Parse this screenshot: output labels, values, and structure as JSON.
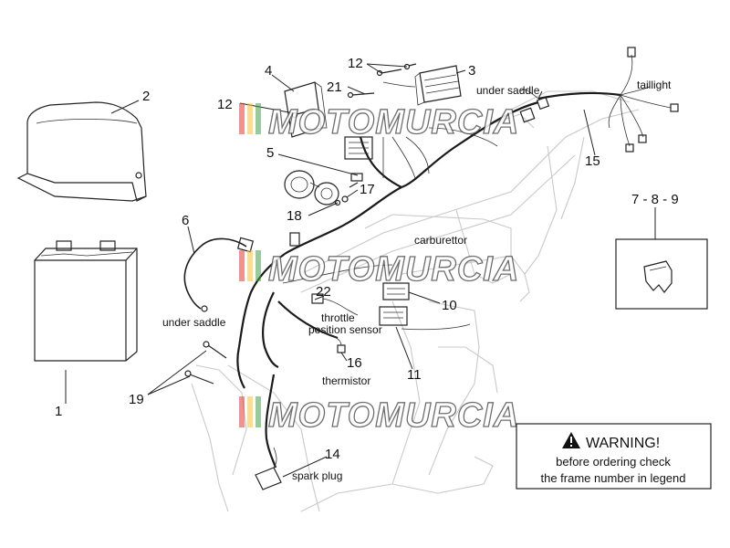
{
  "callouts": {
    "n1": "1",
    "n2": "2",
    "n3": "3",
    "n4": "4",
    "n5": "5",
    "n6": "6",
    "n10": "10",
    "n11": "11",
    "n12a": "12",
    "n12b": "12",
    "n14": "14",
    "n15": "15",
    "n16": "16",
    "n17": "17",
    "n18": "18",
    "n19": "19",
    "n21": "21",
    "n22": "22",
    "n789": "7 - 8 - 9"
  },
  "labels": {
    "under_saddle_top": "under saddle",
    "taillight": "taillight",
    "carburettor": "carburettor",
    "under_saddle_left": "under saddle",
    "throttle_1": "throttle",
    "throttle_2": "position sensor",
    "thermistor": "thermistor",
    "spark_plug": "spark plug"
  },
  "warning": {
    "title": "WARNING!",
    "line1": "before ordering check",
    "line2": "the frame number in legend"
  },
  "watermark": {
    "text": "MOTOMURCIA",
    "colors": [
      "#e53935",
      "#fbc02d",
      "#43a047"
    ]
  }
}
